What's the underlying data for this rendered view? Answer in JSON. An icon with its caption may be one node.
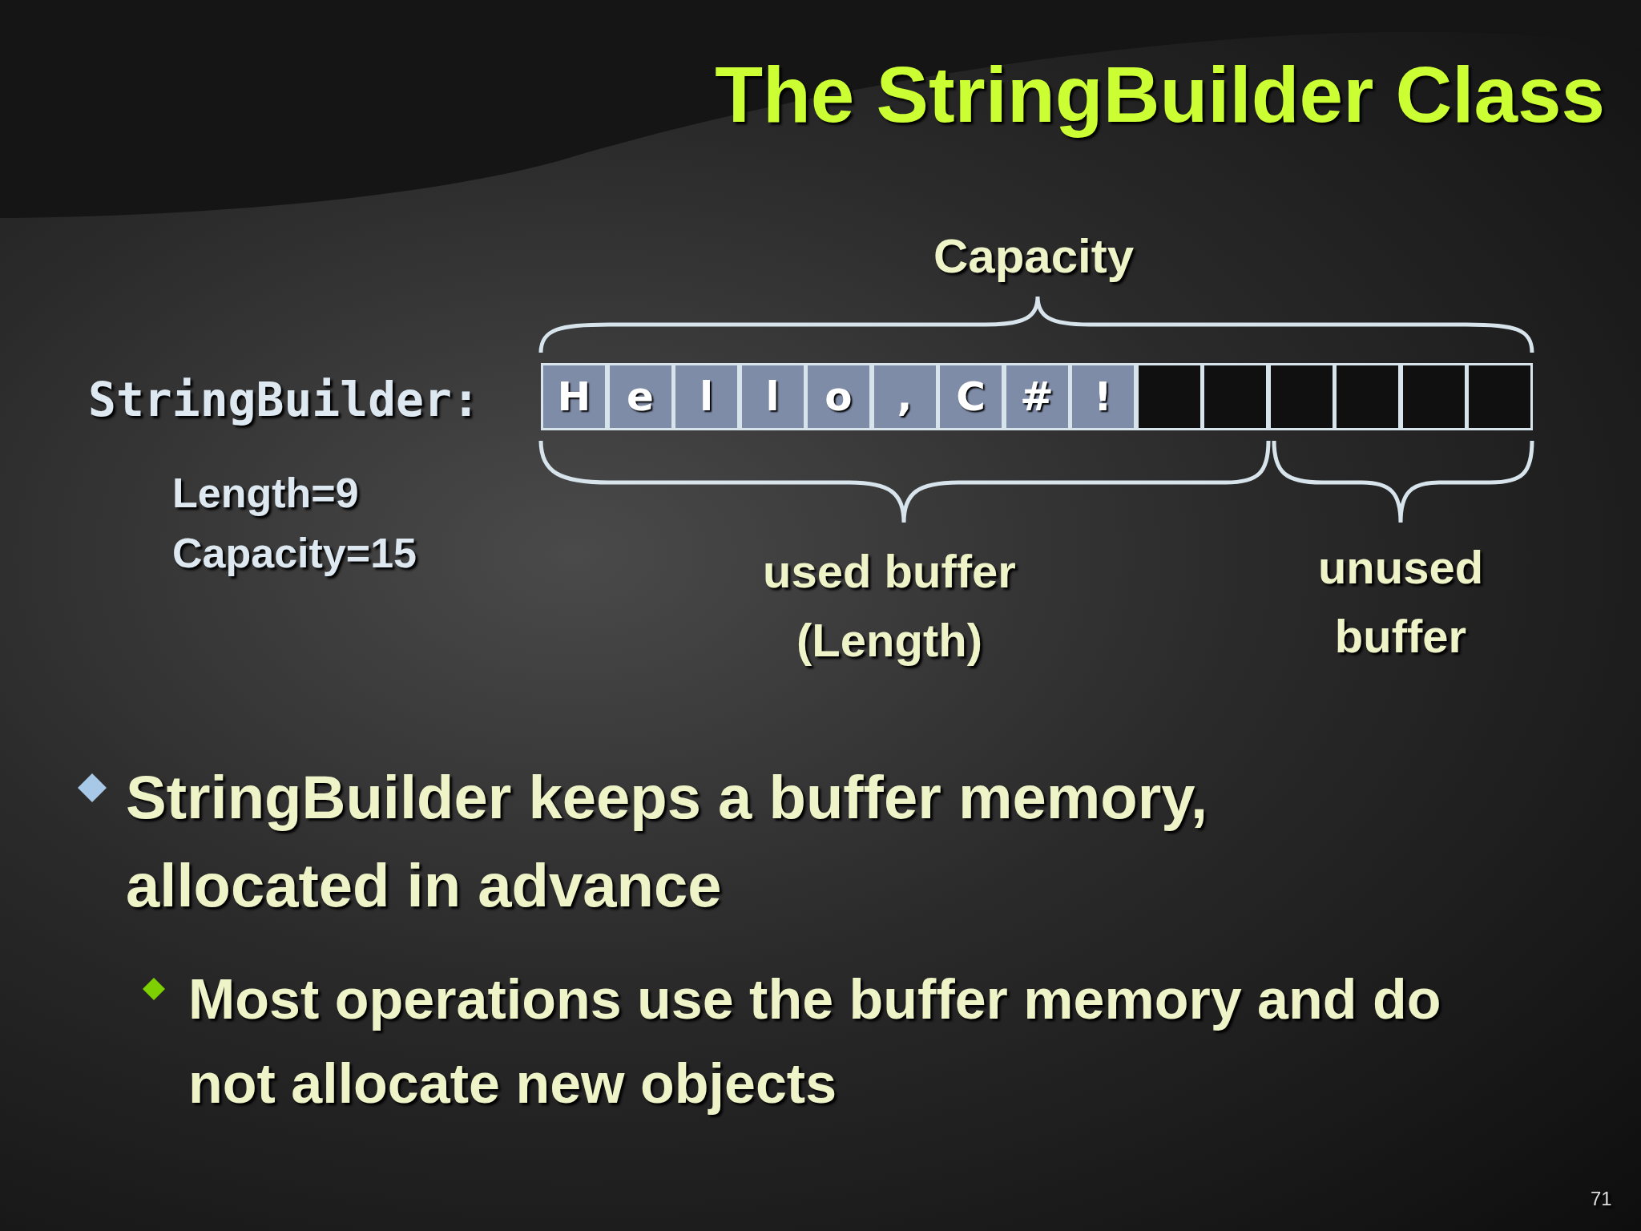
{
  "diagram": {
    "title": "The StringBuilder Class",
    "nodes": [
      {
        "text": [
          "H"
        ]
      },
      {
        "text": [
          "e"
        ]
      },
      {
        "text": [
          "l"
        ]
      },
      {
        "text": [
          "l"
        ]
      },
      {
        "text": [
          "o"
        ]
      },
      {
        "text": [
          ","
        ]
      },
      {
        "text": [
          "C"
        ]
      },
      {
        "text": [
          "#"
        ]
      },
      {
        "text": [
          "!"
        ]
      },
      {
        "text": [],
        "shape": "box"
      },
      {
        "text": [],
        "shape": "box"
      },
      {
        "text": [],
        "shape": "box"
      },
      {
        "text": [],
        "shape": "box"
      },
      {
        "text": [],
        "shape": "box"
      },
      {
        "text": [],
        "shape": "box"
      }
    ],
    "edges": [],
    "labels": [
      "Capacity",
      "StringBuilder:",
      "Length=9",
      "Capacity=15",
      "used buffer (Length)",
      "unused buffer",
      "**StringBuilder** keeps a buffer memory, allocated in advance",
      "Most operations use the buffer memory and do not allocate new objects",
      "71"
    ]
  }
}
